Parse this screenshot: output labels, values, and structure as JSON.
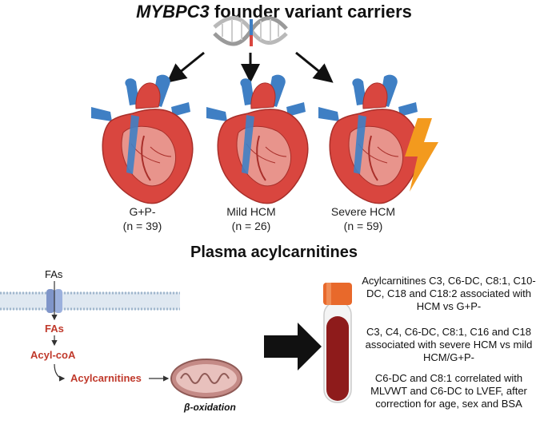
{
  "title": {
    "gene": "MYBPC3",
    "rest": " founder variant carriers"
  },
  "groups": [
    {
      "name": "G+P-",
      "n": "(n = 39)"
    },
    {
      "name": "Mild HCM",
      "n": "(n = 26)"
    },
    {
      "name": "Severe HCM",
      "n": "(n = 59)"
    }
  ],
  "section_title": "Plasma acylcarnitines",
  "pathway": {
    "fas_top": "FAs",
    "fas_inner": "FAs",
    "acyl_coa": "Acyl-coA",
    "acylcarnitines": "Acylcarnitines",
    "beta_oxidation": "β-oxidation"
  },
  "findings": [
    "Acylcarnitines C3, C6-DC, C8:1, C10-DC, C18 and C18:2 associated with HCM vs G+P-",
    "C3, C4, C6-DC, C8:1, C16 and C18 associated with severe HCM vs mild HCM/G+P-",
    "C6-DC and C8:1 correlated with MLVWT and C6-DC to LVEF, after correction for age, sex and BSA"
  ],
  "colors": {
    "heart_red": "#d9463f",
    "heart_dark": "#a82f2a",
    "vessel_blue": "#3f7fc4",
    "blood": "#8e1b1b",
    "cap_orange": "#e8692b",
    "lightning": "#f39a1e",
    "membrane": "#9fb6cc",
    "label_red": "#c0392b"
  }
}
